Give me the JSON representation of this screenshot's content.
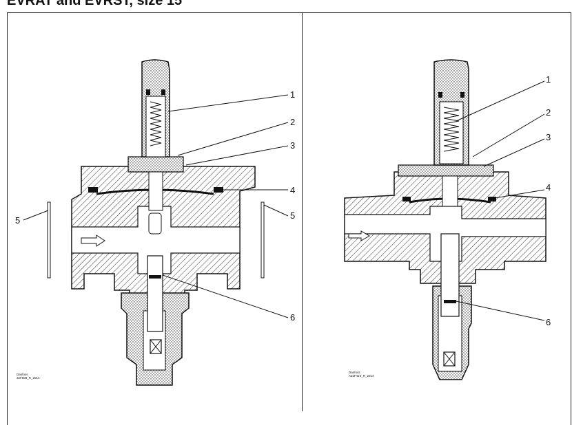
{
  "title": "EVRAT and EVRST, size 15",
  "left_drawing": {
    "callouts": [
      "1",
      "2",
      "3",
      "4",
      "5",
      "5",
      "6"
    ],
    "code_line1": "Danfoss",
    "code_line2": "32F508_R_2014"
  },
  "right_drawing": {
    "callouts": [
      "1",
      "2",
      "3",
      "4",
      "6"
    ],
    "code_line1": "Danfoss",
    "code_line2": "A32F410_R_2014"
  }
}
